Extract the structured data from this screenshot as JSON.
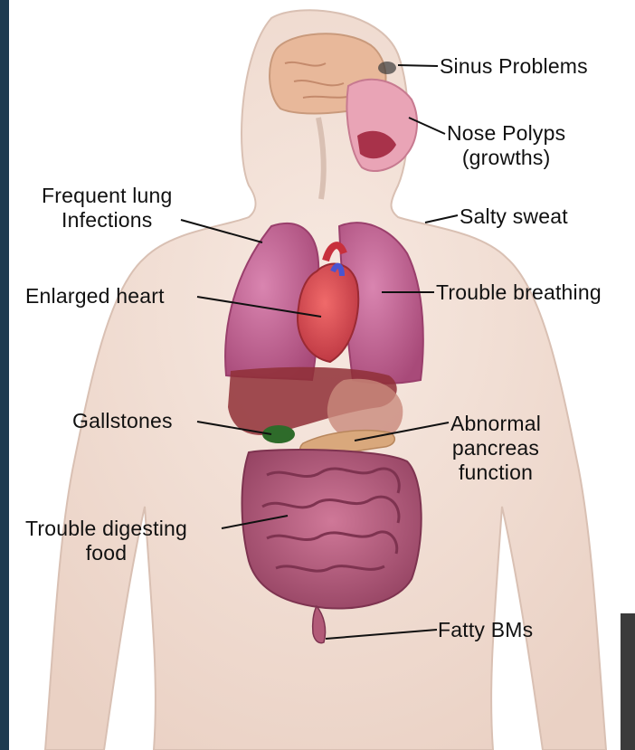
{
  "labels": {
    "sinus": "Sinus Problems",
    "nose_line1": "Nose Polyps",
    "nose_line2": "(growths)",
    "lung_line1": "Frequent lung",
    "lung_line2": "Infections",
    "salty": "Salty sweat",
    "heart": "Enlarged heart",
    "breathing": "Trouble breathing",
    "gallstones": "Gallstones",
    "pancreas_line1": "Abnormal",
    "pancreas_line2": "pancreas",
    "pancreas_line3": "function",
    "digest_line1": "Trouble digesting",
    "digest_line2": "food",
    "fatty": "Fatty BMs"
  },
  "colors": {
    "skin": "#f2ddd2",
    "skin_edge": "#d9c0b3",
    "lung": "#c25f8f",
    "heart": "#d8464f",
    "liver": "#8f2f36",
    "intestine": "#b25a78",
    "gallbladder": "#2e6b2a",
    "pancreas": "#d9a87c",
    "brain": "#e8b89a",
    "leader_line": "#111111",
    "frame_left": "#1e3a4f"
  }
}
